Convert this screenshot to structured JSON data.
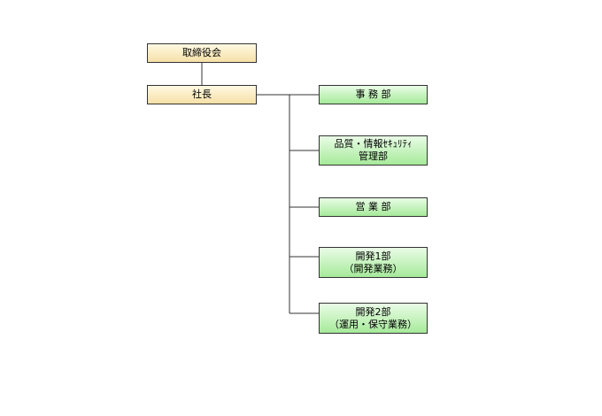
{
  "org_chart": {
    "board": "取締役会",
    "president": "社長",
    "departments": [
      {
        "label": "事 務 部"
      },
      {
        "label": "品質・情報ｾｷｭﾘﾃｨ\n管理部"
      },
      {
        "label": "営 業 部"
      },
      {
        "label": "開発1部\n（開発業務）"
      },
      {
        "label": "開発2部\n（運用・保守業務）"
      }
    ]
  },
  "colors": {
    "executive_fill_top": "#fff9e3",
    "executive_fill_bottom": "#f6e0a6",
    "department_fill_top": "#e9fce6",
    "department_fill_bottom": "#a6ea9a",
    "border": "#333333",
    "connector": "#333333"
  }
}
